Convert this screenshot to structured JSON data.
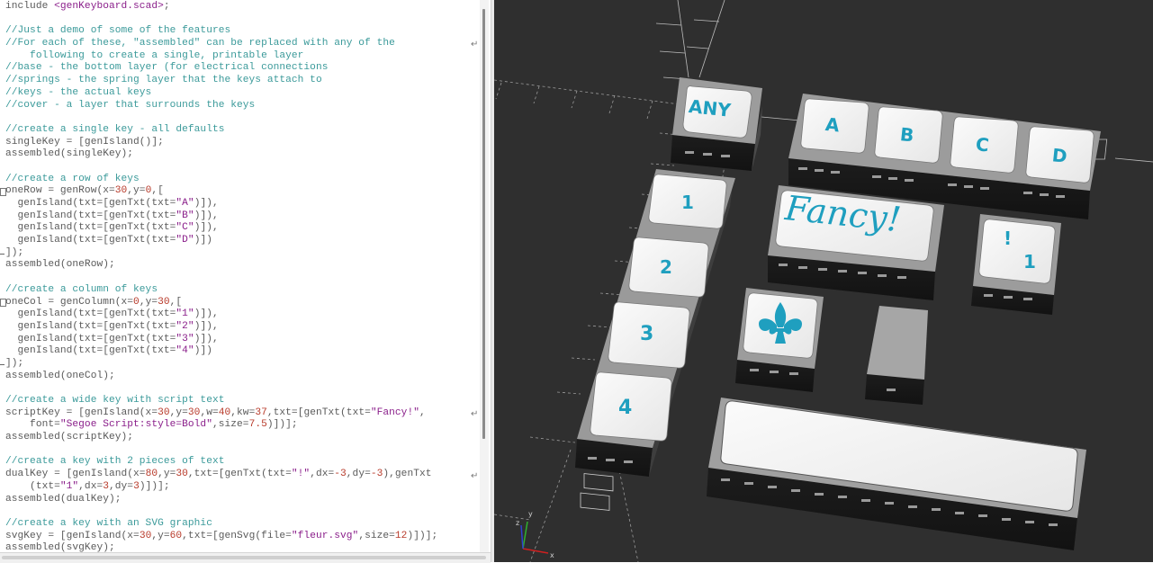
{
  "editor": {
    "lines": [
      {
        "text": "include <genKeyboard.scad>;",
        "kind": "include"
      },
      {
        "text": "",
        "kind": "blank"
      },
      {
        "text": "//Just a demo of some of the features",
        "kind": "comment"
      },
      {
        "text": "//For each of these, \"assembled\" can be replaced with any of the",
        "kind": "comment",
        "wrapped": true
      },
      {
        "text": "    following to create a single, printable layer",
        "kind": "comment"
      },
      {
        "text": "//base - the bottom layer (for electrical connections",
        "kind": "comment"
      },
      {
        "text": "//springs - the spring layer that the keys attach to",
        "kind": "comment"
      },
      {
        "text": "//keys - the actual keys",
        "kind": "comment"
      },
      {
        "text": "//cover - a layer that surrounds the keys",
        "kind": "comment"
      },
      {
        "text": "",
        "kind": "blank"
      },
      {
        "text": "//create a single key - all defaults",
        "kind": "comment"
      },
      {
        "text": "singleKey = [genIsland()];",
        "kind": "code"
      },
      {
        "text": "assembled(singleKey);",
        "kind": "code"
      },
      {
        "text": "",
        "kind": "blank"
      },
      {
        "text": "//create a row of keys",
        "kind": "comment"
      },
      {
        "text": "oneRow = genRow(x=30,y=0,[",
        "kind": "code",
        "fold": "start"
      },
      {
        "text": "  genIsland(txt=[genTxt(txt=\"A\")]),",
        "kind": "code"
      },
      {
        "text": "  genIsland(txt=[genTxt(txt=\"B\")]),",
        "kind": "code"
      },
      {
        "text": "  genIsland(txt=[genTxt(txt=\"C\")]),",
        "kind": "code"
      },
      {
        "text": "  genIsland(txt=[genTxt(txt=\"D\")])",
        "kind": "code"
      },
      {
        "text": "]);",
        "kind": "code",
        "fold": "end"
      },
      {
        "text": "assembled(oneRow);",
        "kind": "code"
      },
      {
        "text": "",
        "kind": "blank"
      },
      {
        "text": "//create a column of keys",
        "kind": "comment"
      },
      {
        "text": "oneCol = genColumn(x=0,y=30,[",
        "kind": "code",
        "fold": "start"
      },
      {
        "text": "  genIsland(txt=[genTxt(txt=\"1\")]),",
        "kind": "code"
      },
      {
        "text": "  genIsland(txt=[genTxt(txt=\"2\")]),",
        "kind": "code"
      },
      {
        "text": "  genIsland(txt=[genTxt(txt=\"3\")]),",
        "kind": "code"
      },
      {
        "text": "  genIsland(txt=[genTxt(txt=\"4\")])",
        "kind": "code"
      },
      {
        "text": "]);",
        "kind": "code",
        "fold": "end"
      },
      {
        "text": "assembled(oneCol);",
        "kind": "code"
      },
      {
        "text": "",
        "kind": "blank"
      },
      {
        "text": "//create a wide key with script text",
        "kind": "comment"
      },
      {
        "text": "scriptKey = [genIsland(x=30,y=30,w=40,kw=37,txt=[genTxt(txt=\"Fancy!\",",
        "kind": "code",
        "wrapped": true
      },
      {
        "text": "    font=\"Segoe Script:style=Bold\",size=7.5)])];",
        "kind": "code"
      },
      {
        "text": "assembled(scriptKey);",
        "kind": "code"
      },
      {
        "text": "",
        "kind": "blank"
      },
      {
        "text": "//create a key with 2 pieces of text",
        "kind": "comment"
      },
      {
        "text": "dualKey = [genIsland(x=80,y=30,txt=[genTxt(txt=\"!\",dx=-3,dy=-3),genTxt",
        "kind": "code",
        "wrapped": true
      },
      {
        "text": "    (txt=\"1\",dx=3,dy=3)])];",
        "kind": "code"
      },
      {
        "text": "assembled(dualKey);",
        "kind": "code"
      },
      {
        "text": "",
        "kind": "blank"
      },
      {
        "text": "//create a key with an SVG graphic",
        "kind": "comment"
      },
      {
        "text": "svgKey = [genIsland(x=30,y=60,txt=[genSvg(file=\"fleur.svg\",size=12)])];",
        "kind": "code"
      },
      {
        "text": "assembled(svgKey);",
        "kind": "code"
      }
    ],
    "colors": {
      "comment": "#3b9a9a",
      "number": "#b83a2a",
      "string": "#8a1e8a",
      "text": "#5a5a5a"
    }
  },
  "viewport": {
    "background": "#2f2f2f",
    "accent": "#1f9fbf",
    "keys": {
      "single": "ANY",
      "row": [
        "A",
        "B",
        "C",
        "D"
      ],
      "column": [
        "1",
        "2",
        "3",
        "4"
      ],
      "script": "Fancy!",
      "dual": [
        "!",
        "1"
      ],
      "svg": "fleur-de-lis-icon"
    },
    "axes": {
      "x": "x",
      "y": "y",
      "z": "z"
    }
  }
}
